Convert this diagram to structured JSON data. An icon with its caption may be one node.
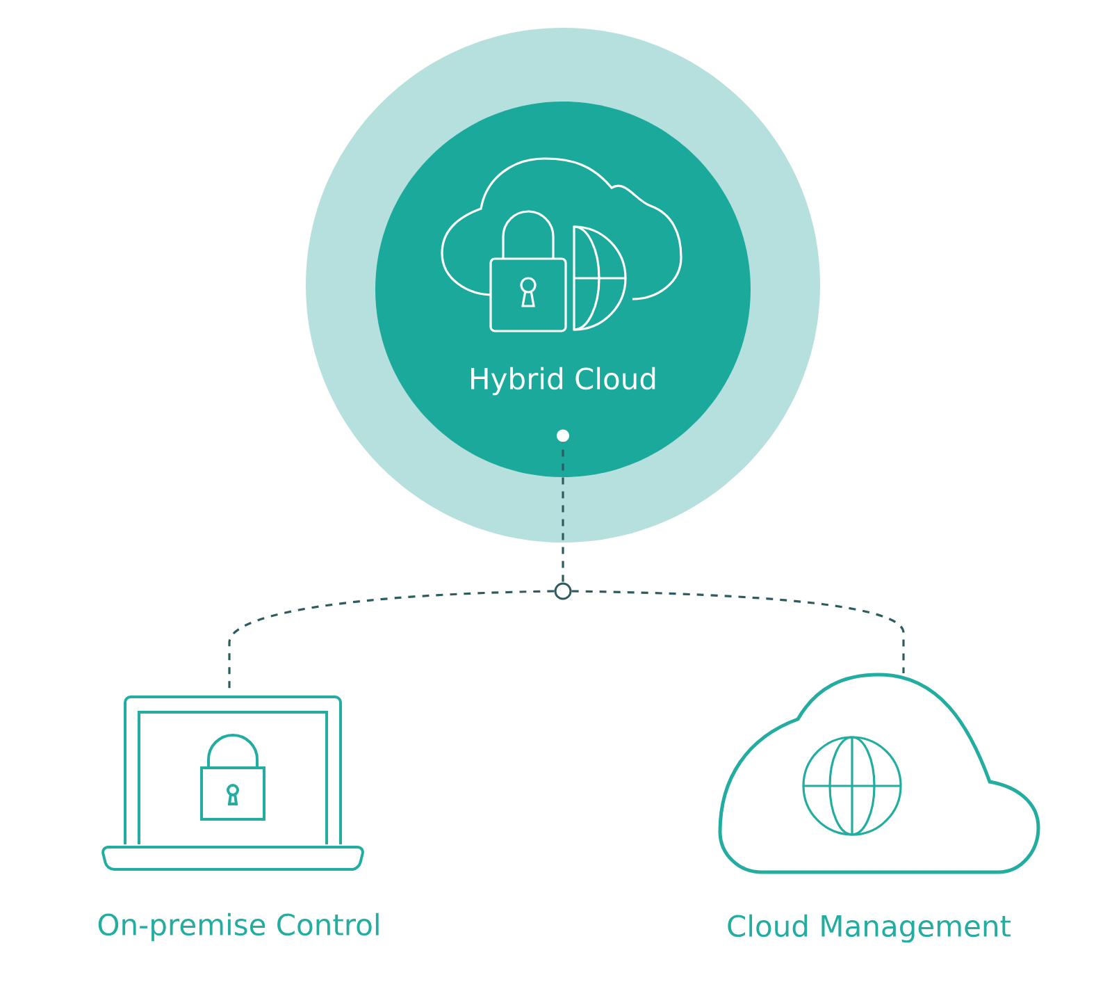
{
  "diagram": {
    "nodes": [
      {
        "text": [
          "Hybrid Cloud"
        ]
      },
      {
        "text": [
          "On-premise Control"
        ]
      },
      {
        "text": [
          "Cloud Management"
        ]
      },
      {
        "text": [],
        "shape": "circle"
      }
    ],
    "edges": [
      {
        "from": 0,
        "to": 3,
        "arrow": "other"
      },
      {
        "from": 3,
        "to": 1,
        "arrow": "none"
      },
      {
        "from": 3,
        "to": 2,
        "arrow": "none"
      }
    ]
  }
}
